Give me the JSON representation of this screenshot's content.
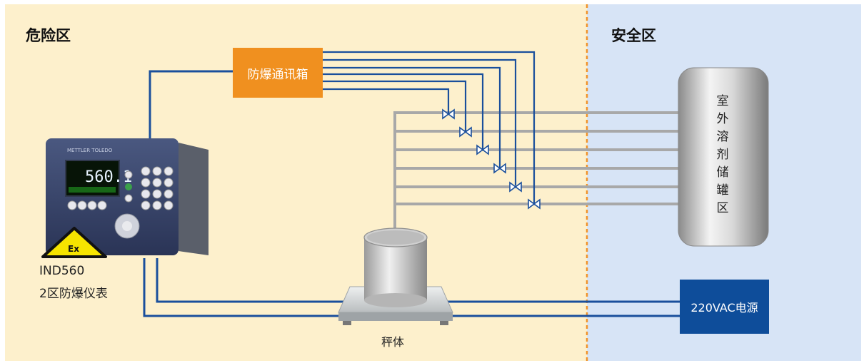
{
  "zones": {
    "hazard_label": "危险区",
    "safe_label": "安全区"
  },
  "comm_box": {
    "label": "防爆通讯箱"
  },
  "tank": {
    "label": "室外溶剂储罐区"
  },
  "power": {
    "label": "220VAC电源"
  },
  "instrument": {
    "display_value": "560.1",
    "brand": "METTLER TOLEDO",
    "warning_sign": "Ex",
    "model": "IND560",
    "description": "2区防爆仪表"
  },
  "scale": {
    "label": "秤体"
  },
  "colors": {
    "hazard_zone": "#fdf0cc",
    "safe_zone": "#d7e4f6",
    "divider": "#f0932b",
    "cable": "#1a4f9c",
    "pipe": "#a8a8a8",
    "comm_box": "#f0901f",
    "power_box": "#0e4d9a"
  }
}
